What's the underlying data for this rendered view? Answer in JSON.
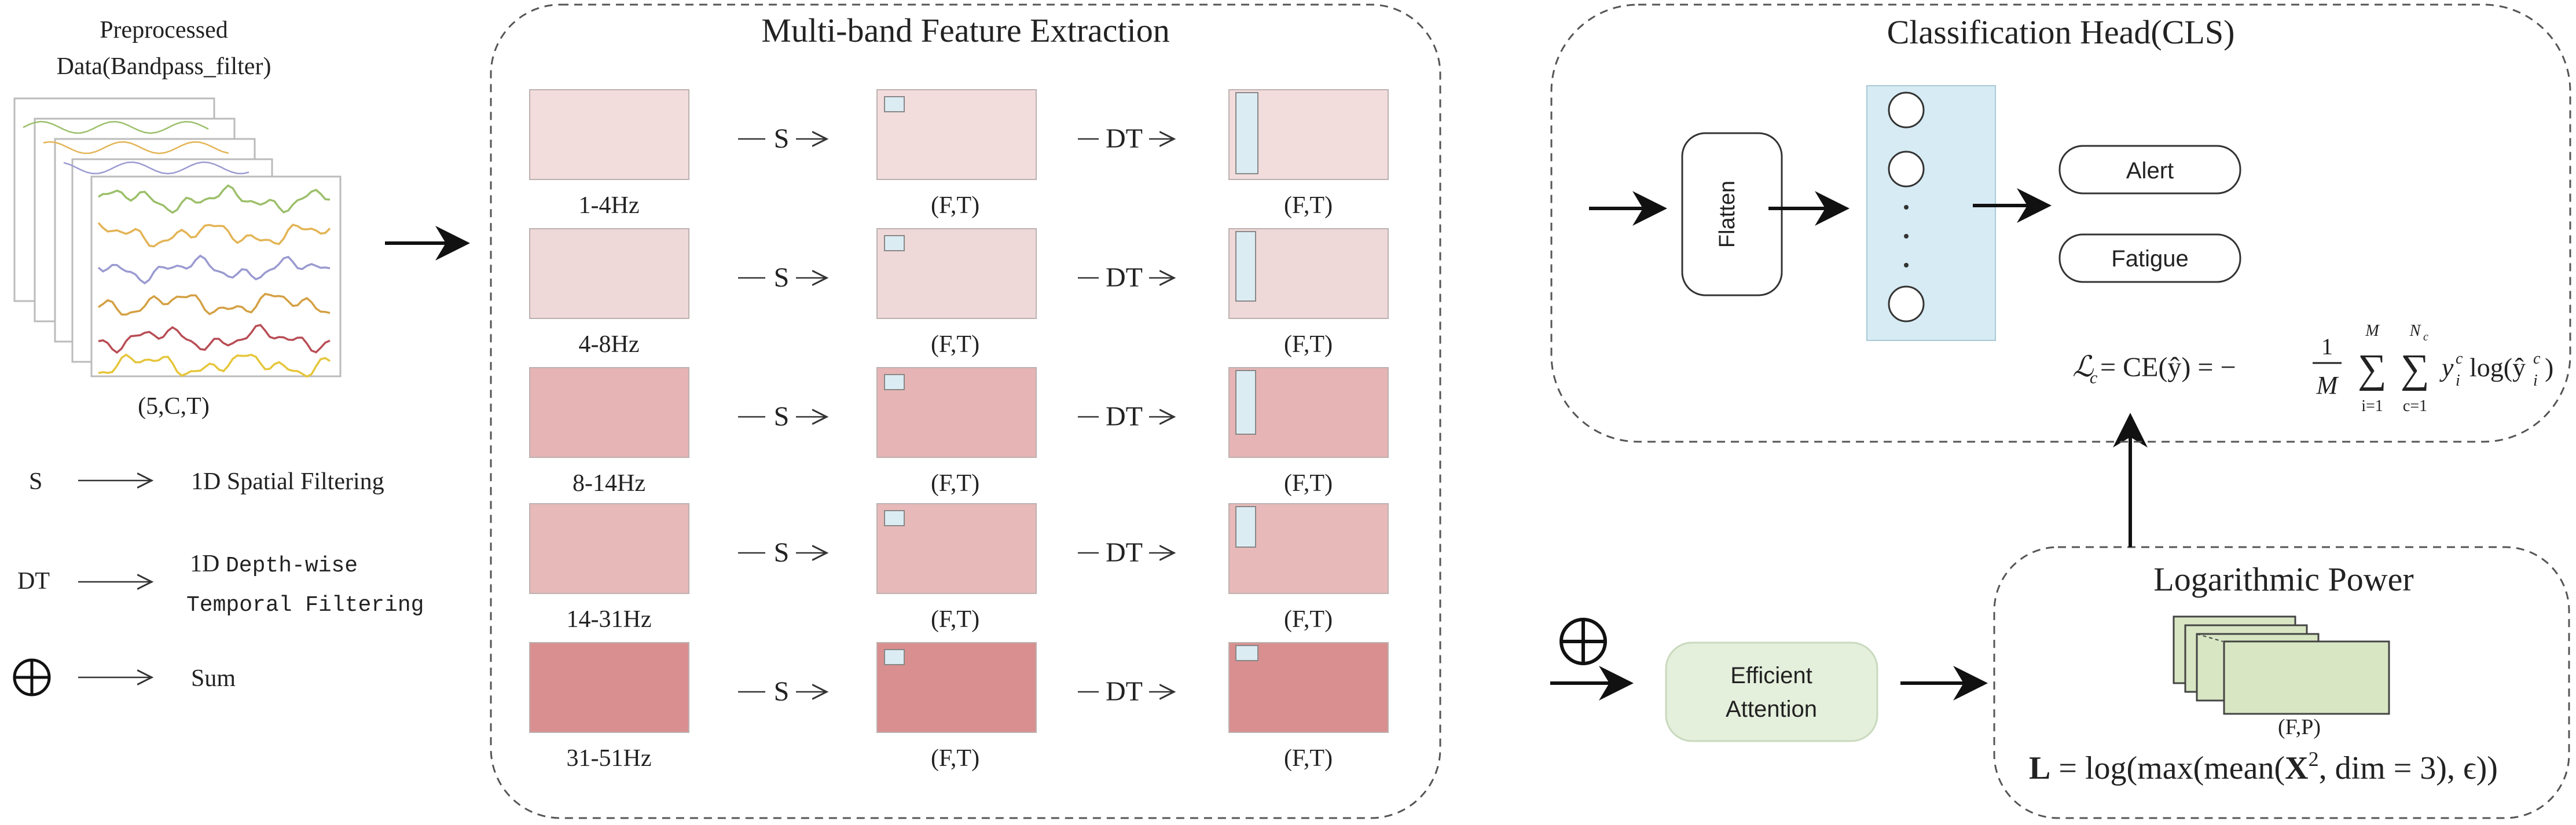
{
  "colors": {
    "band_1": "#f2dcdc",
    "band_2": "#efd8d8",
    "band_3": "#e6b4b4",
    "band_4": "#e8b9b9",
    "band_5": "#d98f8f",
    "feature_inner": "#dcecf3",
    "node_panel": "#d6ebf3",
    "attention_box": "#e4efdc",
    "stack_green": "#d8e6c3",
    "signal_colors": [
      "#9cbf6a",
      "#e3b455",
      "#9a9ad1",
      "#d4a043",
      "#b84d55",
      "#e6c63a"
    ]
  },
  "input": {
    "title_line1": "Preprocessed",
    "title_line2": "Data(Bandpass_filter)",
    "shape_label": "(5,C,T)"
  },
  "legend": [
    {
      "symbol": "S",
      "description": "1D Spatial Filtering"
    },
    {
      "symbol": "DT",
      "description_prefix": "1D",
      "description_mono_line1": "Depth-wise",
      "description_mono_line2": "Temporal Filtering"
    },
    {
      "symbol_icon": "oplus-icon",
      "description": "Sum"
    }
  ],
  "extraction": {
    "title": "Multi-band Feature Extraction",
    "spatial_op": "S",
    "temporal_op": "DT",
    "output_label": "(F,T)",
    "bands": [
      {
        "label": "1-4Hz"
      },
      {
        "label": "4-8Hz"
      },
      {
        "label": "8-14Hz"
      },
      {
        "label": "14-31Hz"
      },
      {
        "label": "31-51Hz"
      }
    ]
  },
  "attention": {
    "line1": "Efficient",
    "line2": "Attention"
  },
  "log_power": {
    "title": "Logarithmic Power",
    "shape_label": "(F,P)",
    "formula_parts": [
      "L",
      " = log(max(mean(",
      "X",
      "2",
      ", dim = 3), ϵ))"
    ]
  },
  "cls": {
    "title": "Classification Head(CLS)",
    "flatten_label": "Flatten",
    "dots": "·",
    "outputs": [
      "Alert",
      "Fatigue"
    ],
    "loss_parts": {
      "lhs": "ℒ",
      "lhs_sub": "c",
      "eq1": " = CE(ŷ) = −",
      "frac_num": "1",
      "frac_den": "M",
      "sum1_top": "M",
      "sum1_bottom": "i=1",
      "sum2_top": "N",
      "sum2_top_sub": "c",
      "sum2_bottom": "c=1",
      "sigma": "∑",
      "y": "y",
      "y_sub": "i",
      "y_sup": "c",
      "log_text": "log(ŷ",
      "yhat_sub": "i",
      "yhat_sup": "c",
      "close": ")"
    }
  }
}
